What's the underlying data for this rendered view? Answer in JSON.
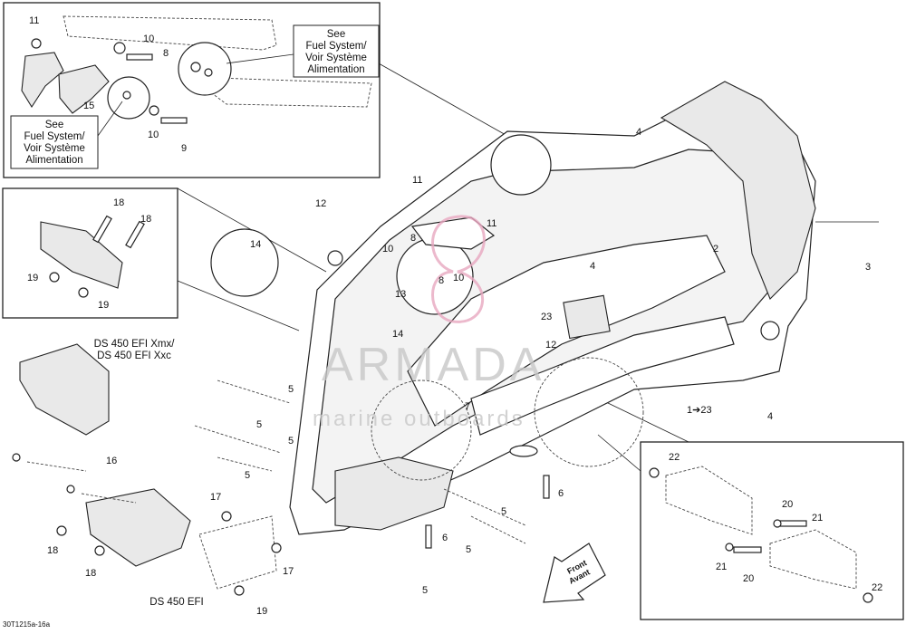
{
  "notes": {
    "see_fuel_a": [
      "See",
      "Fuel System/",
      "Voir Système",
      "Alimentation"
    ],
    "see_fuel_b": [
      "See",
      "Fuel System/",
      "Voir Système",
      "Alimentation"
    ],
    "model_xmx": [
      "DS 450 EFI Xmx/",
      "DS 450 EFI Xxc"
    ],
    "model_efi": "DS 450 EFI",
    "front": [
      "Front",
      "Avant"
    ],
    "code": "30T1215a-16a",
    "callout_1_23": "1➔23"
  },
  "watermark": {
    "main": "ARMADA",
    "sub": "marine outboards"
  },
  "callouts": [
    {
      "id": "c-11-a",
      "text": "11"
    },
    {
      "id": "c-10-a",
      "text": "10"
    },
    {
      "id": "c-8-a",
      "text": "8"
    },
    {
      "id": "c-15",
      "text": "15"
    },
    {
      "id": "c-10-b",
      "text": "10"
    },
    {
      "id": "c-9",
      "text": "9"
    },
    {
      "id": "c-18-a",
      "text": "18"
    },
    {
      "id": "c-18-b",
      "text": "18"
    },
    {
      "id": "c-19-a",
      "text": "19"
    },
    {
      "id": "c-19-b",
      "text": "19"
    },
    {
      "id": "c-16",
      "text": "16"
    },
    {
      "id": "c-17-a",
      "text": "17"
    },
    {
      "id": "c-17-b",
      "text": "17"
    },
    {
      "id": "c-18-c",
      "text": "18"
    },
    {
      "id": "c-18-d",
      "text": "18"
    },
    {
      "id": "c-19-c",
      "text": "19"
    },
    {
      "id": "c-12-a",
      "text": "12"
    },
    {
      "id": "c-14-a",
      "text": "14"
    },
    {
      "id": "c-10-c",
      "text": "10"
    },
    {
      "id": "c-8-b",
      "text": "8"
    },
    {
      "id": "c-8-c",
      "text": "8"
    },
    {
      "id": "c-10-d",
      "text": "10"
    },
    {
      "id": "c-13",
      "text": "13"
    },
    {
      "id": "c-11-b",
      "text": "11"
    },
    {
      "id": "c-11-c",
      "text": "11"
    },
    {
      "id": "c-14-b",
      "text": "14"
    },
    {
      "id": "c-4-a",
      "text": "4"
    },
    {
      "id": "c-4-b",
      "text": "4"
    },
    {
      "id": "c-4-c",
      "text": "4"
    },
    {
      "id": "c-2",
      "text": "2"
    },
    {
      "id": "c-3",
      "text": "3"
    },
    {
      "id": "c-23",
      "text": "23"
    },
    {
      "id": "c-12-b",
      "text": "12"
    },
    {
      "id": "c-5-a",
      "text": "5"
    },
    {
      "id": "c-5-b",
      "text": "5"
    },
    {
      "id": "c-5-c",
      "text": "5"
    },
    {
      "id": "c-5-d",
      "text": "5"
    },
    {
      "id": "c-5-e",
      "text": "5"
    },
    {
      "id": "c-5-f",
      "text": "5"
    },
    {
      "id": "c-5-g",
      "text": "5"
    },
    {
      "id": "c-7",
      "text": "7"
    },
    {
      "id": "c-6-a",
      "text": "6"
    },
    {
      "id": "c-6-b",
      "text": "6"
    },
    {
      "id": "c-22-a",
      "text": "22"
    },
    {
      "id": "c-22-b",
      "text": "22"
    },
    {
      "id": "c-20-a",
      "text": "20"
    },
    {
      "id": "c-20-b",
      "text": "20"
    },
    {
      "id": "c-21-a",
      "text": "21"
    },
    {
      "id": "c-21-b",
      "text": "21"
    }
  ]
}
